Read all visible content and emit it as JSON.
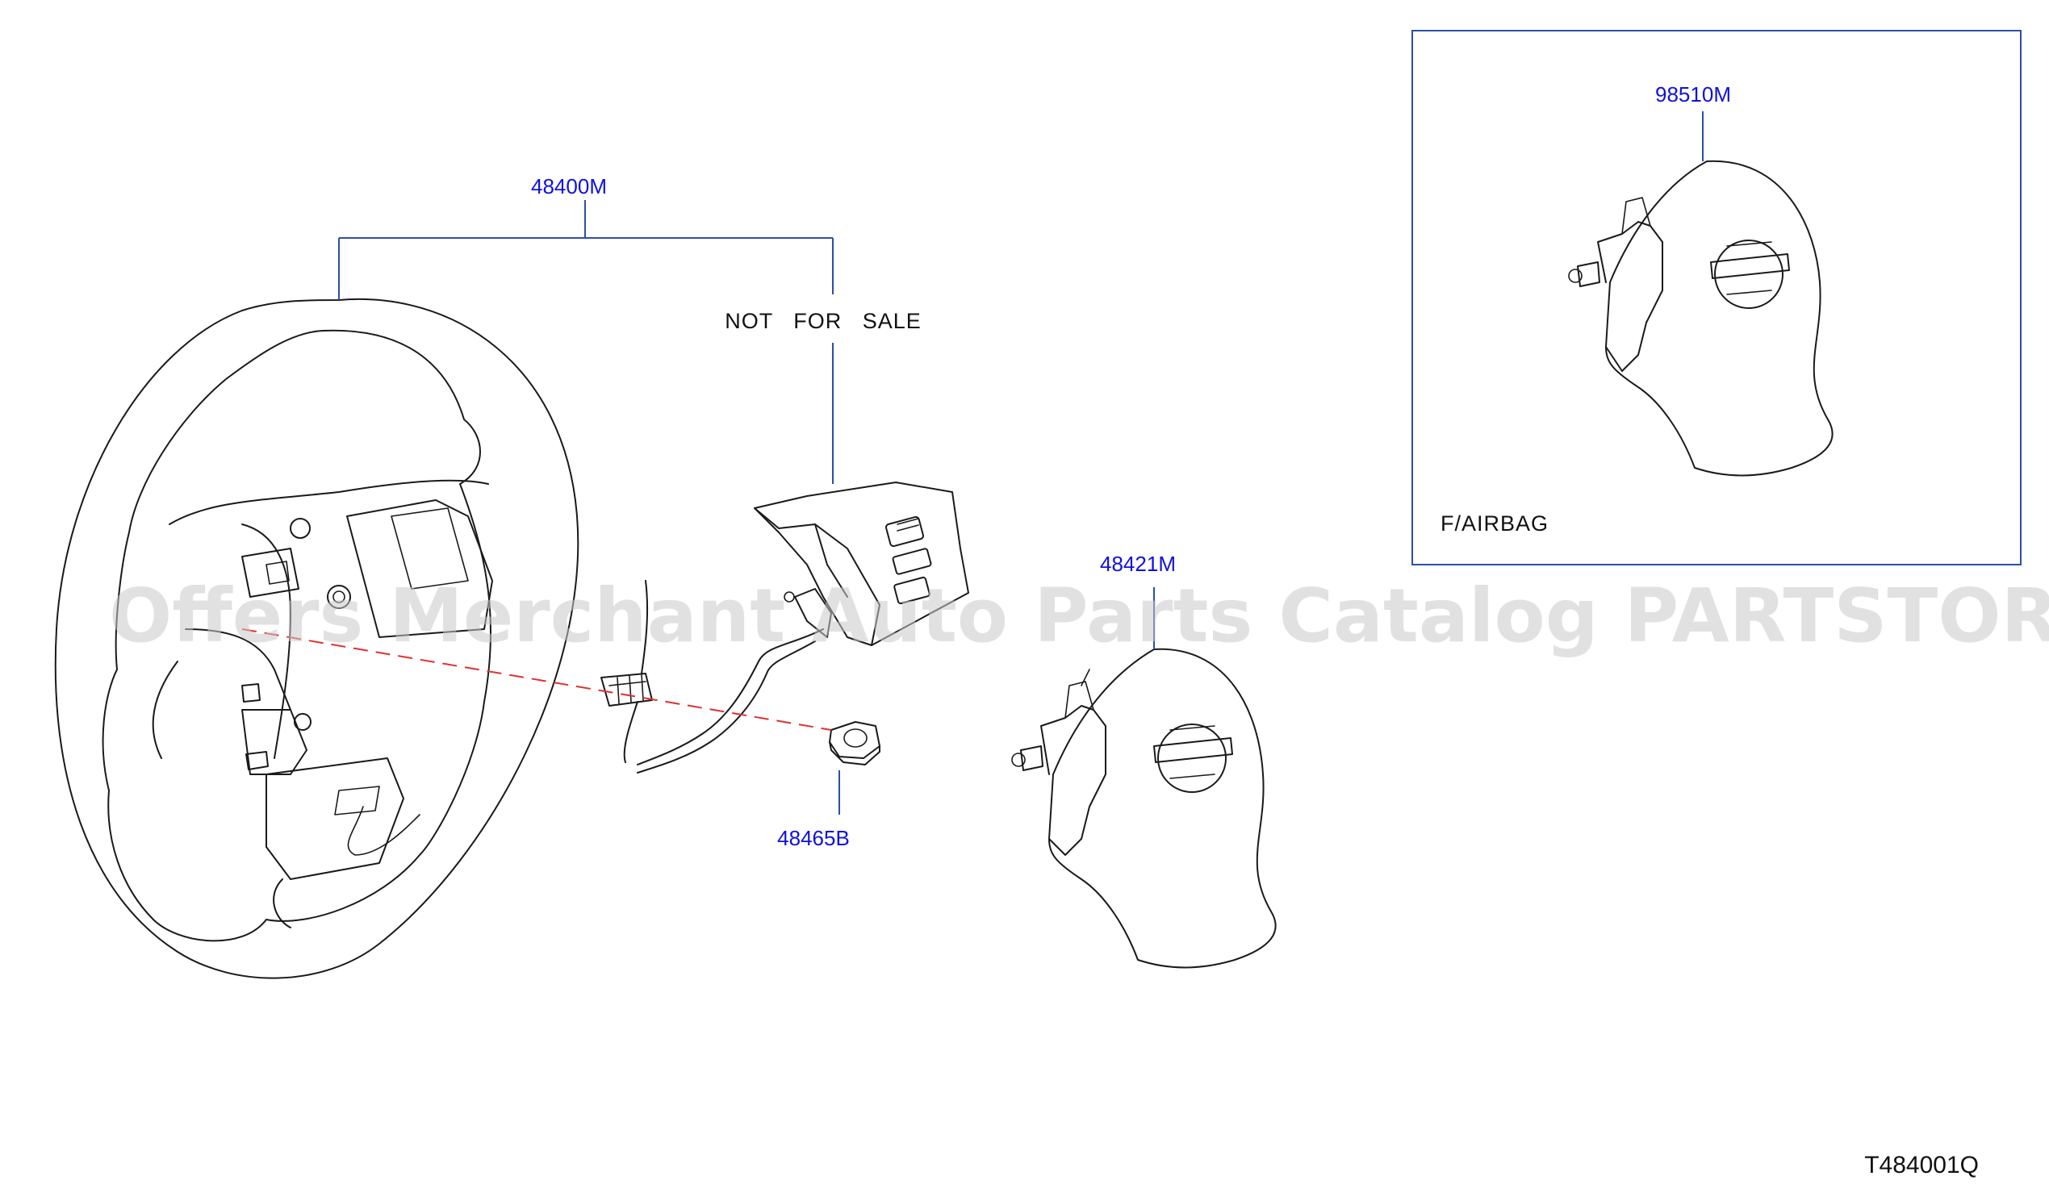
{
  "diagram": {
    "labels": {
      "steering_wheel": "48400M",
      "not_for_sale": "NOT   FOR   SALE",
      "airbag_module": "48421M",
      "nut": "48465B",
      "inset_part": "98510M",
      "inset_title": "F/AIRBAG",
      "drawing_code": "T484001Q"
    },
    "watermark": "Offers Merchant Auto Parts Catalog PARTSTORE.SA",
    "colors": {
      "callout_text": "#1010e0",
      "leader_line": "#2b4fa8",
      "dashed_axis": "#e03030",
      "line_art": "#1a1a1a"
    }
  }
}
